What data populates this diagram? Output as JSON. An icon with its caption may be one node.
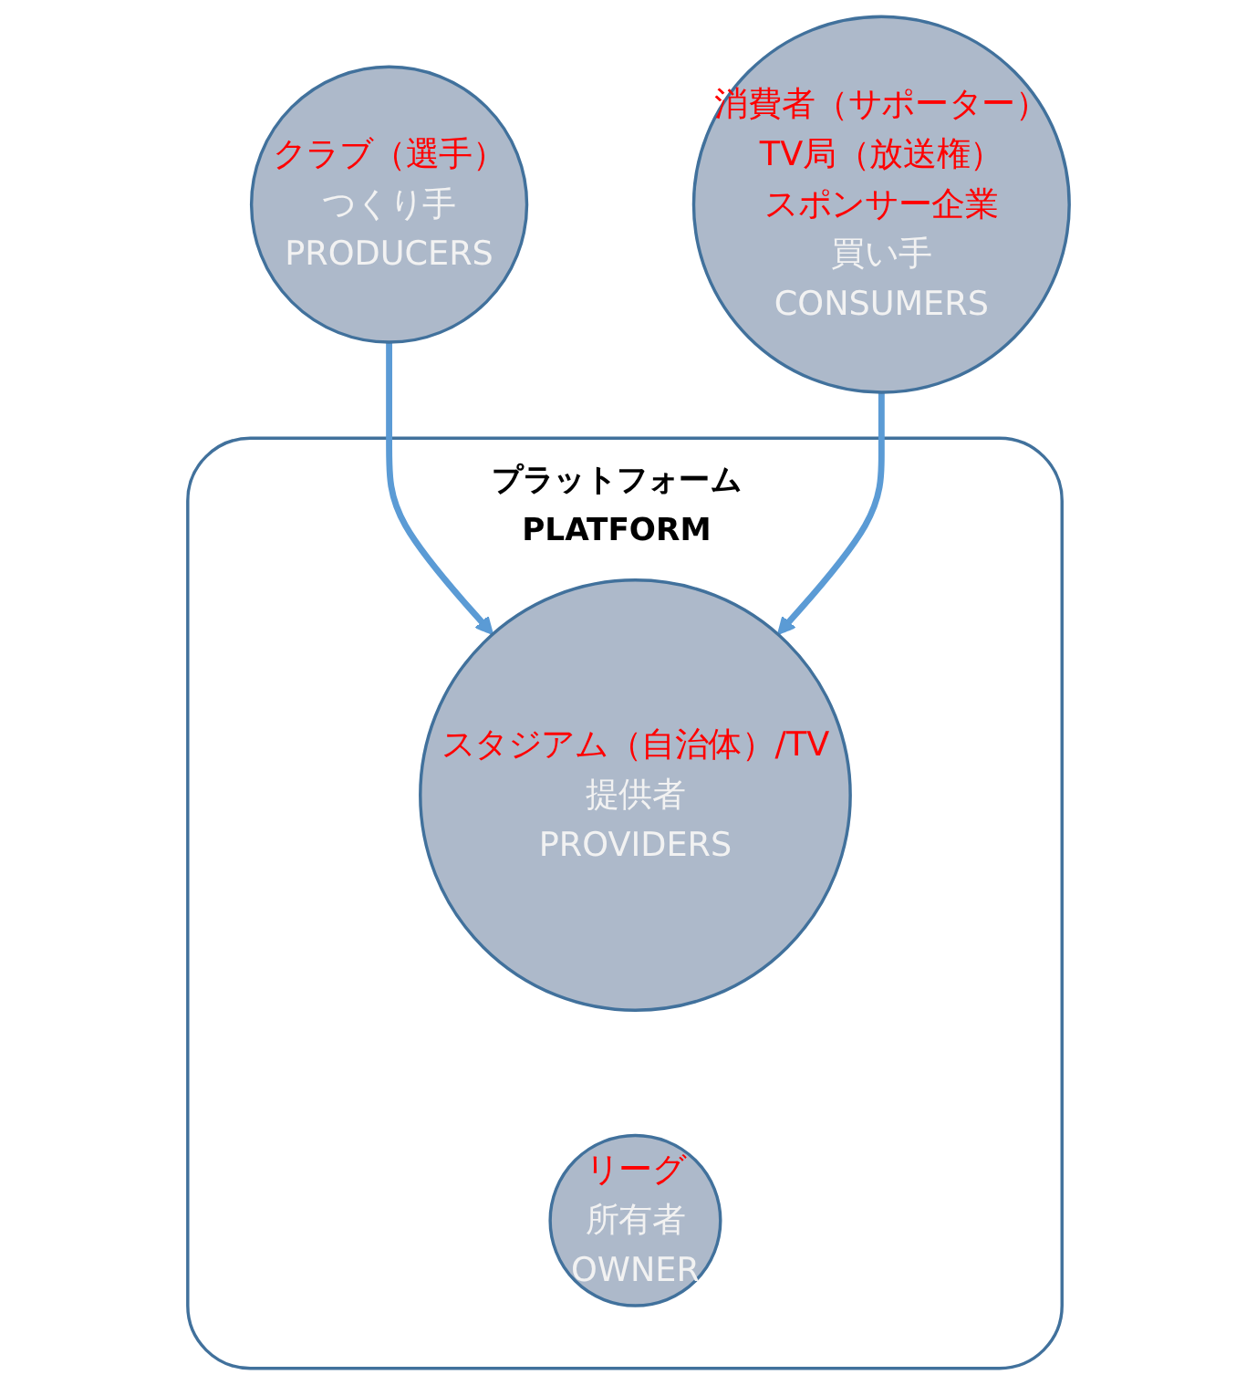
{
  "diagram": {
    "nodes": [
      {
        "text": [
          "クラブ（選手）",
          "つくり手",
          "PRODUCERS"
        ]
      },
      {
        "text": [
          "消費者（サポーター）",
          "TV局（放送権）",
          "スポンサー企業",
          "買い手",
          "CONSUMERS"
        ]
      },
      {
        "text": [
          "プラットフォーム",
          "PLATFORM"
        ]
      },
      {
        "text": [
          "スタジアム（自治体）/TV",
          "提供者",
          "PROVIDERS"
        ],
        "in": 2
      },
      {
        "text": [
          "リーグ",
          "所有者",
          "OWNER"
        ],
        "in": 2
      }
    ],
    "edges": [
      {
        "from": 0,
        "to": 3,
        "arrow": "to"
      },
      {
        "from": 1,
        "to": 3,
        "arrow": "to"
      }
    ]
  }
}
